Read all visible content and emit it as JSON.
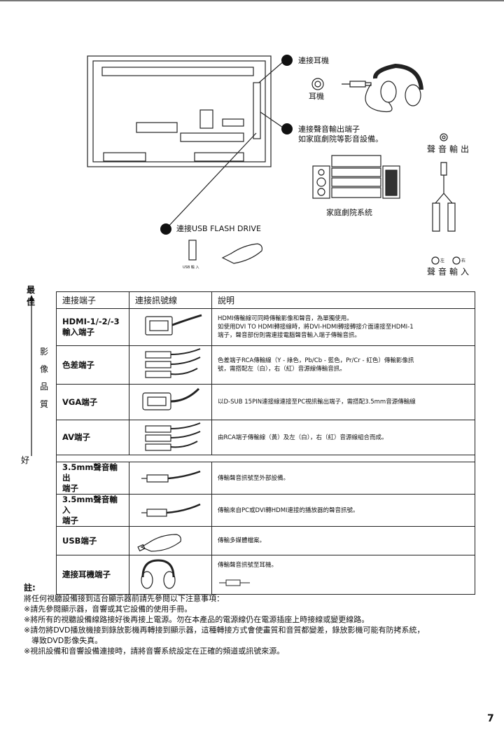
{
  "diagram": {
    "labels": {
      "headphone_conn": "連接耳機",
      "headphone": "耳機",
      "audio_out_line1": "連接聲音輸出端子",
      "audio_out_line2": "如家庭劇院等影音設備。",
      "audio_output": "聲音輸出",
      "home_theater": "家庭劇院系統",
      "usb_conn": "連接USB FLASH DRIVE",
      "usb_input": "USB 輸 入",
      "left": "左",
      "right": "右",
      "audio_input": "聲音輸入"
    }
  },
  "quality_axis": {
    "best": "最佳",
    "chars": [
      "影",
      "像",
      "品",
      "質"
    ],
    "good": "好"
  },
  "table": {
    "headers": [
      "連接端子",
      "連接訊號線",
      "說明"
    ],
    "rows": [
      {
        "port_line1": "HDMI-1/-2/-3",
        "port_line2": "輸入端子",
        "desc_line1": "HDMI傳輸線可同時傳輸影像和聲音，為單獨使用。",
        "desc_line2": "如使用DVI TO HDMI轉接線時，將DVI-HDMI轉接轉接介面連接至HDMI-1",
        "desc_line3": "端子，聲音部份則需連接電腦聲音輸入端子傳輸音訊。"
      },
      {
        "port_line1": "色差端子",
        "desc_line1": "色差端子RCA傳輸線（Y - 綠色，Pb/Cb - 藍色，Pr/Cr - 紅色）傳輸影像訊",
        "desc_line2": "號，需搭配左（白），右（紅）音源線傳輸音訊。"
      },
      {
        "port_line1": "VGA端子",
        "desc_line1": "以D-SUB 15PIN連接線連接至PC視訊輸出端子，需搭配3.5mm音源傳輸線"
      },
      {
        "port_line1": "AV端子",
        "desc_line1": "由RCA端子傳輸線（黃）及左（白），右（紅）音源線組合而成。"
      },
      {
        "port_line1": "3.5mm聲音輸出",
        "port_line2": "端子",
        "desc_line1": "傳輸聲音訊號至外部設備。"
      },
      {
        "port_line1": "3.5mm聲音輸入",
        "port_line2": "端子",
        "desc_line1": "傳輸來自PC或DVI轉HDMI連接的播放器的聲音訊號。"
      },
      {
        "port_line1": "USB端子",
        "desc_line1": "傳輸多媒體檔案。"
      },
      {
        "port_line1": "連接耳機端子",
        "desc_line1": "傳輸聲音訊號至耳機。"
      }
    ]
  },
  "notes": {
    "title": "註:",
    "intro": "將任何視聽設備接到這台顯示器前請先參閱以下注意事項：",
    "items": [
      "※請先參閱顯示器，音響或其它設備的使用手冊。",
      "※將所有的視聽設備線路接好後再接上電源。勿在本產品的電源線仍在電源插座上時接線或變更線路。",
      "※請勿將DVD播放機接到錄放影機再轉接到顯示器，這種轉接方式會使畫質和音質都變差，錄放影機可能有防拷系統，",
      "導致DVD影像失真。",
      "※視訊設備和音響設備連接時，請將音響系統設定在正確的頻道或訊號來源。"
    ]
  },
  "page_number": "7"
}
